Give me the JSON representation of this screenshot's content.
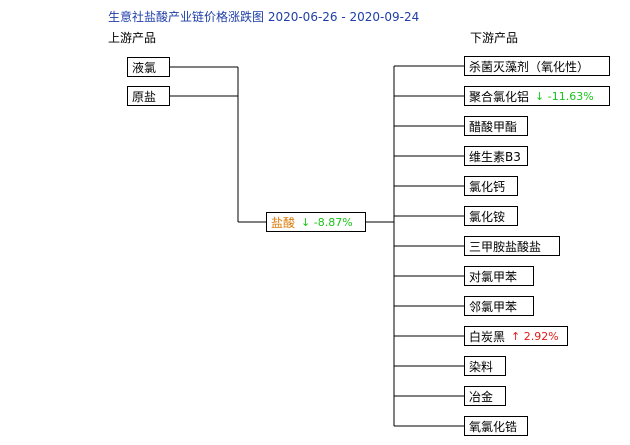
{
  "title": "生意社盐酸产业链价格涨跌图 2020-06-26 - 2020-09-24",
  "upstream_label": "上游产品",
  "downstream_label": "下游产品",
  "center": {
    "name": "盐酸",
    "arrow": "↓",
    "change": "-8.87%",
    "direction": "down"
  },
  "upstream": [
    {
      "name": "液氯"
    },
    {
      "name": "原盐"
    }
  ],
  "downstream": [
    {
      "name": "杀菌灭藻剂（氧化性）"
    },
    {
      "name": "聚合氯化铝",
      "arrow": "↓",
      "change": "-11.63%",
      "direction": "down"
    },
    {
      "name": "醋酸甲酯"
    },
    {
      "name": "维生素B3"
    },
    {
      "name": "氯化钙"
    },
    {
      "name": "氯化铵"
    },
    {
      "name": "三甲胺盐酸盐"
    },
    {
      "name": "对氯甲苯"
    },
    {
      "name": "邻氯甲苯"
    },
    {
      "name": "白炭黑",
      "arrow": "↑",
      "change": "2.92%",
      "direction": "up"
    },
    {
      "name": "染料"
    },
    {
      "name": "冶金"
    },
    {
      "name": "氧氯化锆"
    }
  ],
  "colors": {
    "title": "#1f3fa8",
    "center_name": "#d97a06",
    "down": "#19c419",
    "up": "#e11b1b"
  }
}
